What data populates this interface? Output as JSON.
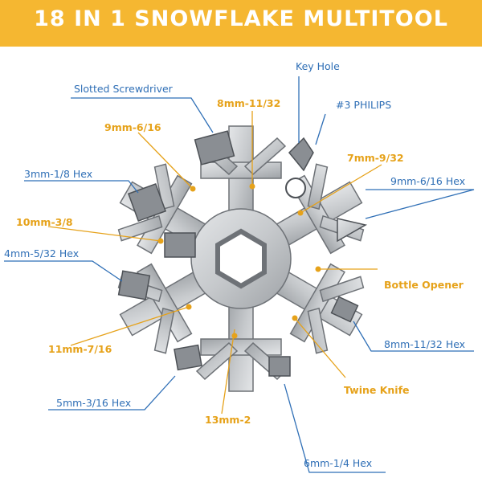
{
  "banner": {
    "title": "18 IN 1 SNOWFLAKE MULTITOOL",
    "color": "#f5b731"
  },
  "colors": {
    "blue": "#2f6fb6",
    "orange": "#e6a21a",
    "metal": "#c9cccf"
  },
  "labels": {
    "key_hole": "Key Hole",
    "slotted_screwdriver": "Slotted Screwdriver",
    "hex_8_11_32_top": "8mm-11/32",
    "philips": "#3 PHILIPS",
    "hex_9_6_16_left": "9mm-6/16",
    "hex_7_9_32": "7mm-9/32",
    "hex_3_1_8": "3mm-1/8 Hex",
    "hex_9_6_16_right": "9mm-6/16 Hex",
    "hex_10_3_8": "10mm-3/8",
    "hex_4_5_32": "4mm-5/32 Hex",
    "bottle_opener": "Bottle Opener",
    "hex_11_7_16": "11mm-7/16",
    "hex_8_11_32_right": "8mm-11/32 Hex",
    "twine_knife": "Twine Knife",
    "hex_5_3_16": "5mm-3/16 Hex",
    "hex_13_2": "13mm-2",
    "hex_6_1_4": "6mm-1/4 Hex"
  }
}
